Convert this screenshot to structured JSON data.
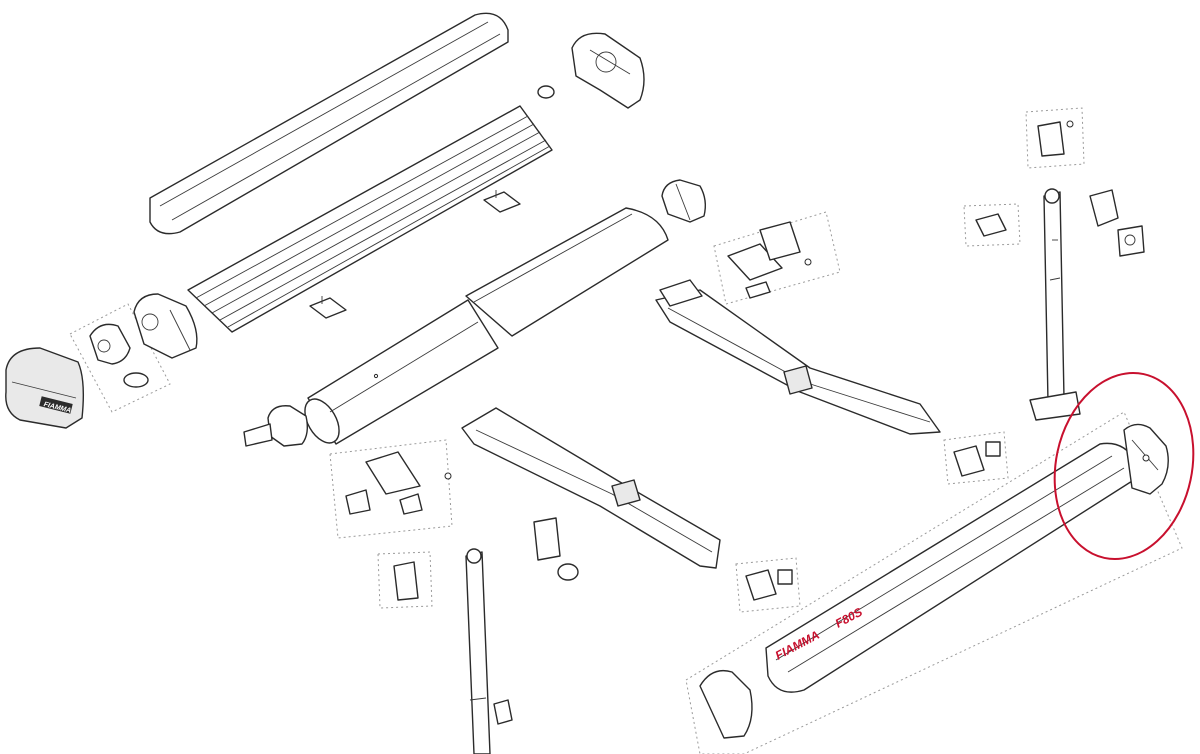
{
  "diagram": {
    "brand_label": "FIAMMA",
    "model_label": "F80S",
    "logo_label": "FIAMMA"
  },
  "colors": {
    "line": "#2b2b2b",
    "brand_red": "#c8102e",
    "highlight": "#c8102e",
    "inset_border": "#9a9a9a"
  }
}
